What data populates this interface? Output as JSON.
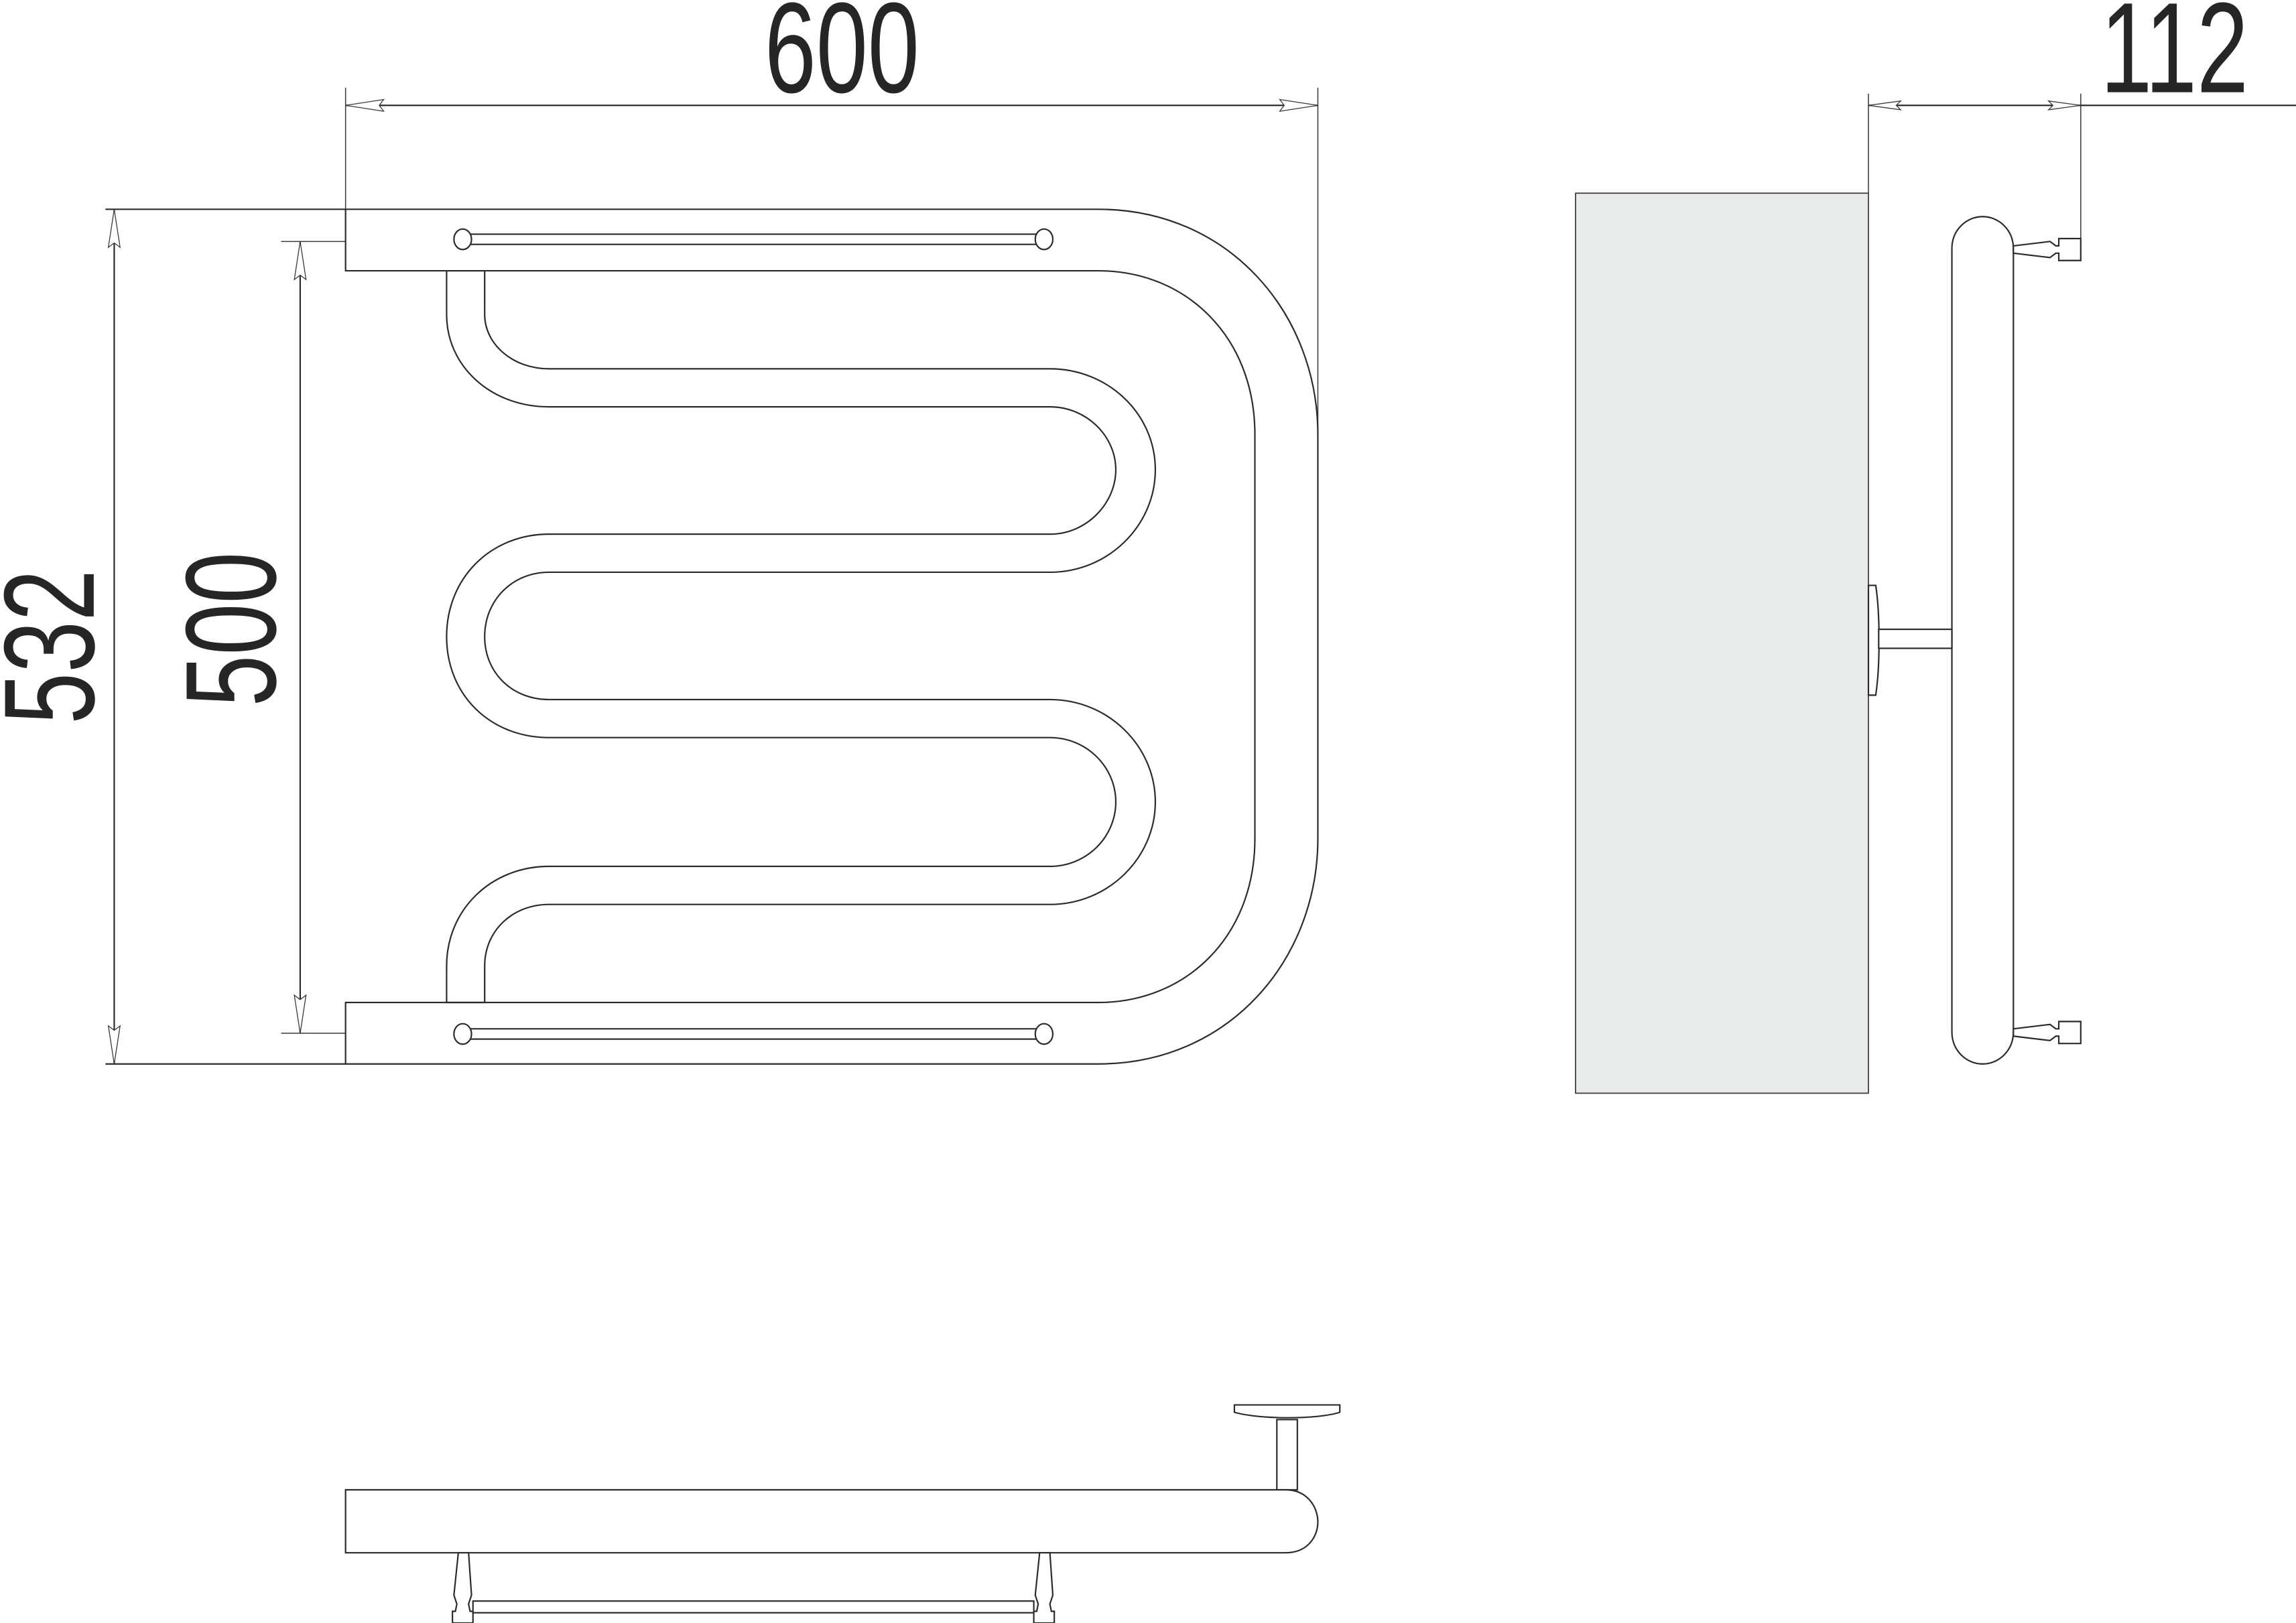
{
  "drawing": {
    "title": "Towel warmer technical drawing",
    "views": [
      "front-view",
      "side-view",
      "bottom-view"
    ],
    "colors": {
      "line": "#2b2b2b",
      "text": "#262626",
      "wall_fill": "#e9ebea",
      "background": "#ffffff"
    }
  },
  "dimensions": {
    "width": "600",
    "height_outer": "532",
    "height_centers": "500",
    "depth": "112"
  }
}
